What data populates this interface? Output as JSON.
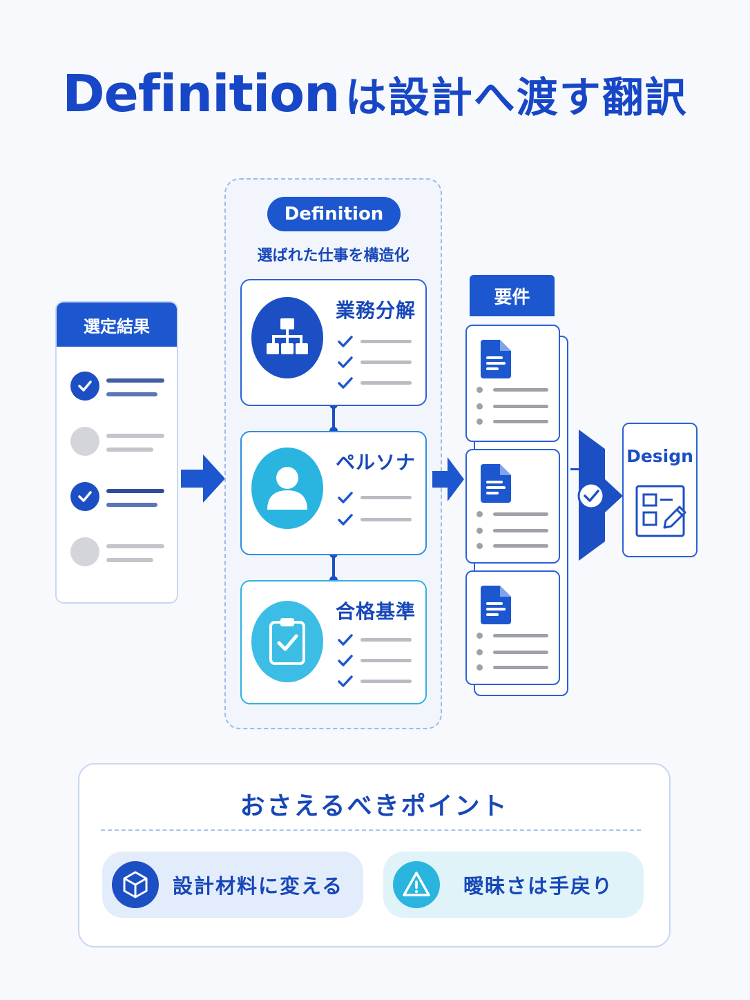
{
  "title": {
    "latin": "Definition",
    "japanese": "は設計へ渡す翻訳"
  },
  "selection": {
    "header": "選定結果",
    "items": [
      "checked",
      "unchecked",
      "checked",
      "unchecked"
    ]
  },
  "definition": {
    "pill": "Definition",
    "subtitle": "選ばれた仕事を構造化",
    "cards": [
      {
        "title": "業務分解",
        "icon": "org-chart-icon",
        "checks": 3
      },
      {
        "title": "ペルソナ",
        "icon": "person-icon",
        "checks": 2
      },
      {
        "title": "合格基準",
        "icon": "clipboard-check-icon",
        "checks": 3
      }
    ]
  },
  "requirements": {
    "header": "要件",
    "docs": 3,
    "icon": "document-icon"
  },
  "design": {
    "label": "Design",
    "icon": "wireframe-pencil-icon"
  },
  "points": {
    "title": "おさえるべきポイント",
    "items": [
      {
        "text": "設計材料に変える",
        "icon": "cube-icon"
      },
      {
        "text": "曖昧さは手戻り",
        "icon": "warning-icon"
      }
    ]
  },
  "colors": {
    "primary": "#1d57cf",
    "dark_blue": "#1747b8",
    "cyan": "#2ab4e0",
    "gray": "#d3d5da",
    "background": "#f7f9fc"
  }
}
